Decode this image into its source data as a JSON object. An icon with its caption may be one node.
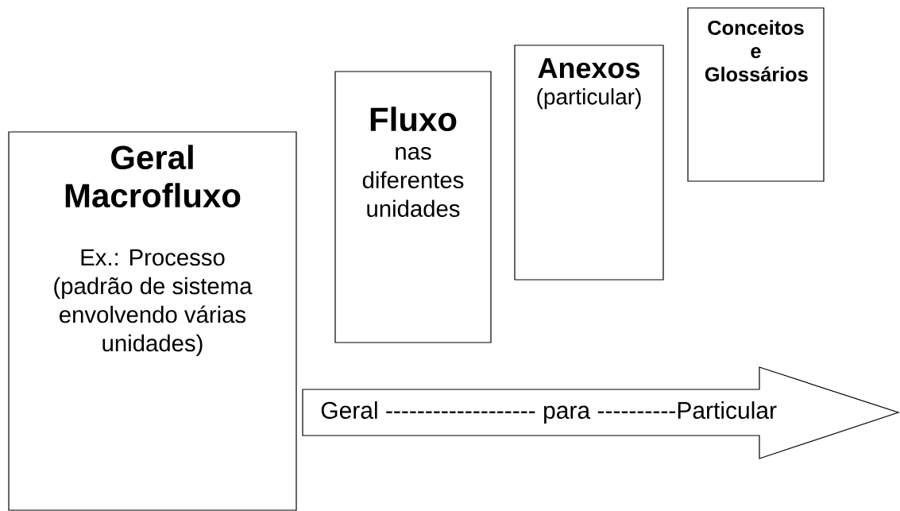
{
  "diagram": {
    "nodes": [
      {
        "text": [
          "Geral Macrofluxo",
          "Ex.: Processo (padrão de sistema envolvendo várias unidades)"
        ]
      },
      {
        "text": [
          "Fluxo",
          "nas diferentes unidades"
        ]
      },
      {
        "text": [
          "Anexos",
          "(particular)"
        ]
      },
      {
        "text": [
          "Conceitos e Glossários"
        ]
      },
      {
        "text": [
          "Geral ------------------- para  ----------Particular"
        ]
      }
    ]
  }
}
